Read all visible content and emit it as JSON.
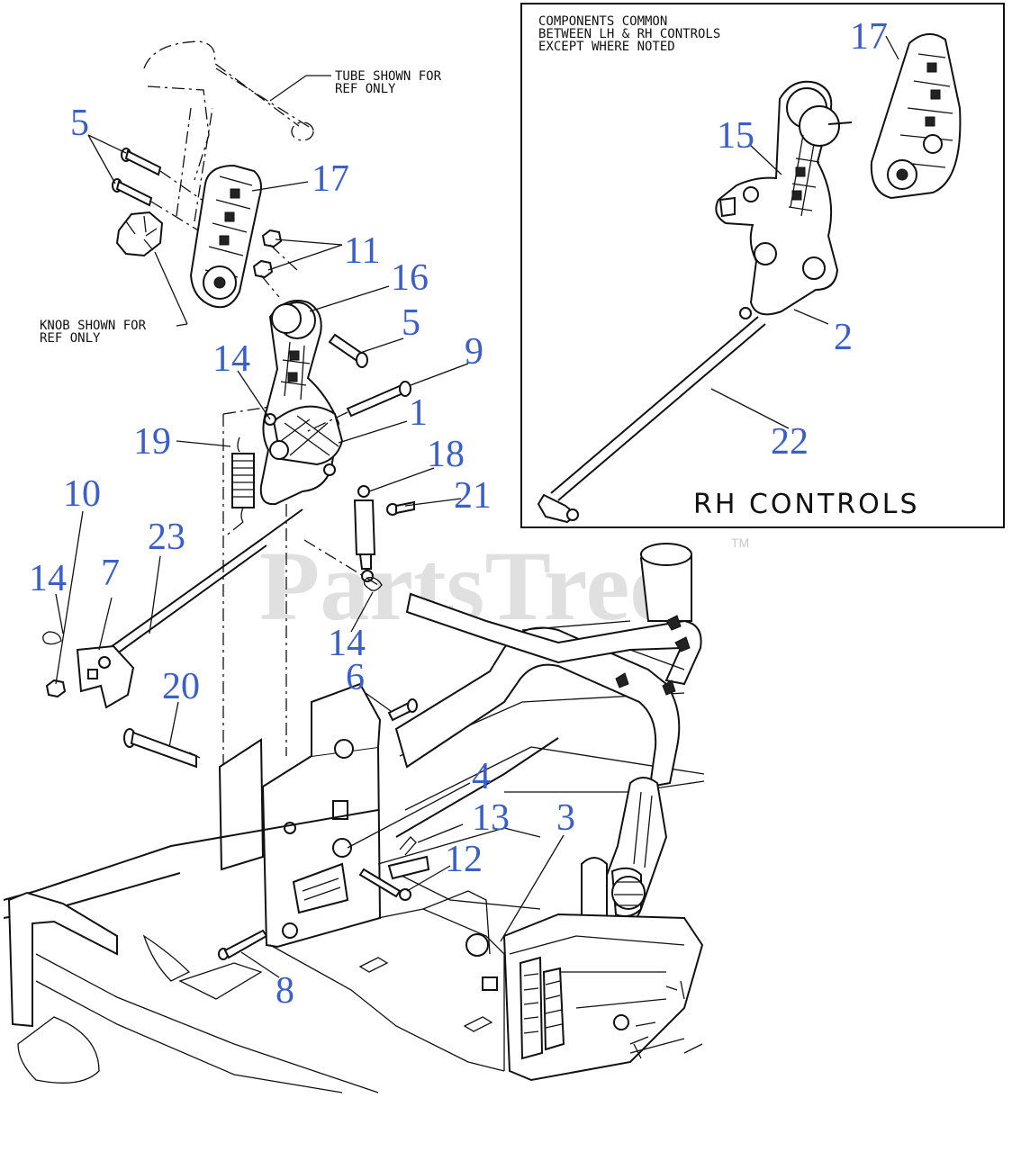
{
  "watermark": {
    "text": "PartsTree",
    "tm": "TM"
  },
  "inset": {
    "note_lines": [
      "COMPONENTS COMMON",
      "BETWEEN LH & RH CONTROLS",
      "EXCEPT WHERE NOTED"
    ],
    "title": "RH CONTROLS"
  },
  "notes": {
    "tube_lines": [
      "TUBE SHOWN FOR",
      "REF ONLY"
    ],
    "knob_lines": [
      "KNOB SHOWN FOR",
      "REF ONLY"
    ]
  },
  "callouts": {
    "c17_inset": "17",
    "c15": "15",
    "c2": "2",
    "c22": "22",
    "c5_top": "5",
    "c17_main": "17",
    "c11": "11",
    "c16": "16",
    "c5_mid": "5",
    "c9": "9",
    "c14_top": "14",
    "c1": "1",
    "c19": "19",
    "c18": "18",
    "c21": "21",
    "c10": "10",
    "c23": "23",
    "c14_left": "14",
    "c7": "7",
    "c14_mid": "14",
    "c20": "20",
    "c6": "6",
    "c4": "4",
    "c13": "13",
    "c12": "12",
    "c3": "3",
    "c8": "8"
  },
  "colors": {
    "callout": "#3a5fc8",
    "line": "#111111",
    "watermark": "#c8c8c8"
  }
}
